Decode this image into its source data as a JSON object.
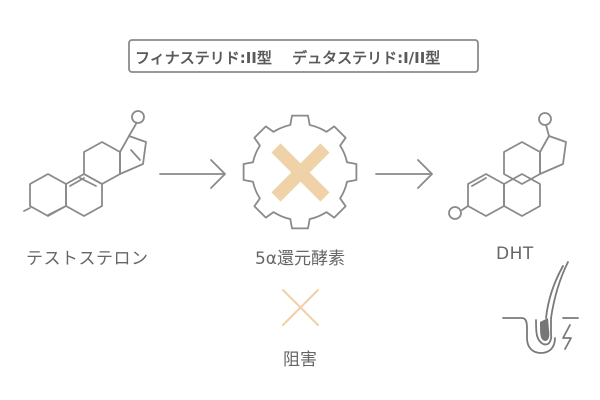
{
  "banner": {
    "text": "フィナステリド:II型　 デュタステリド:I/II型"
  },
  "molecules": {
    "testosterone": "テストステロン",
    "dht": "DHT"
  },
  "enzyme": {
    "label": "5α還元酵素"
  },
  "inhibition": {
    "label": "阻害"
  },
  "colors": {
    "line": "#888888",
    "cross": "#f0d2a8",
    "cross_small": "#f2cfa8",
    "hair": "#777777"
  },
  "icons": {
    "gear": "gear-icon",
    "cross": "cross-icon",
    "hair_follicle": "hair-follicle-icon"
  }
}
